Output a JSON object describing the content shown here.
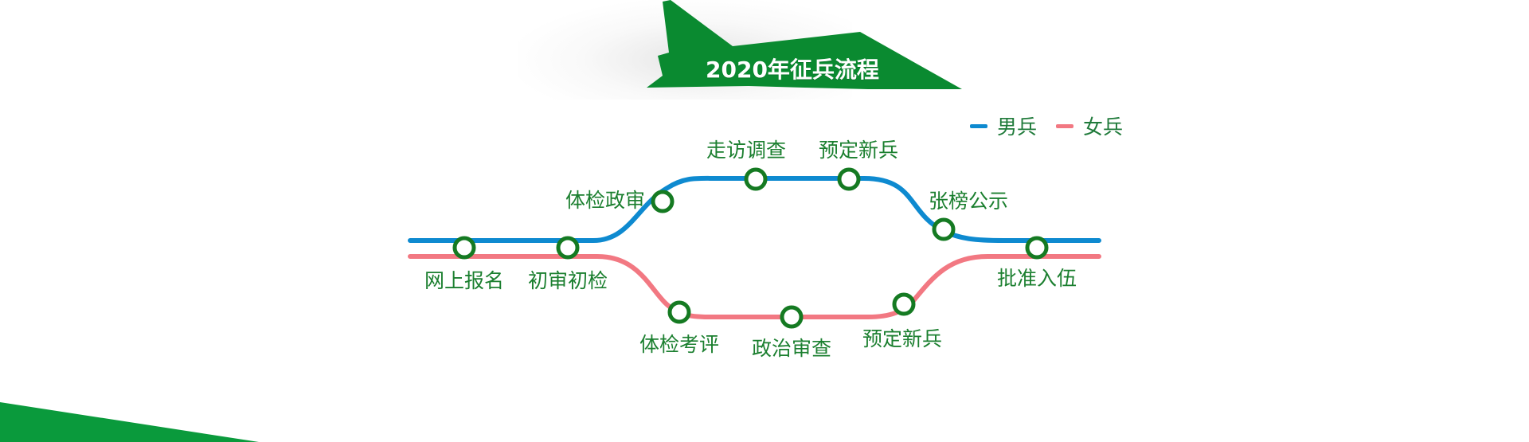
{
  "header": {
    "title": "2020年征兵流程"
  },
  "legend": [
    {
      "label": "男兵",
      "color": "#0e8ad0"
    },
    {
      "label": "女兵",
      "color": "#f27882"
    }
  ],
  "colors": {
    "brand_green": "#0a8a30",
    "node_stroke": "#157a22",
    "male_line": "#0e8ad0",
    "female_line": "#f27882"
  },
  "nodes": {
    "shared_start": [
      "网上报名",
      "初审初检"
    ],
    "male": [
      "体检政审",
      "走访调查",
      "预定新兵",
      "张榜公示"
    ],
    "female": [
      "体检考评",
      "政治审查",
      "预定新兵"
    ],
    "shared_end": [
      "批准入伍"
    ]
  },
  "icons": {
    "jet": "fighter-jet-icon"
  }
}
